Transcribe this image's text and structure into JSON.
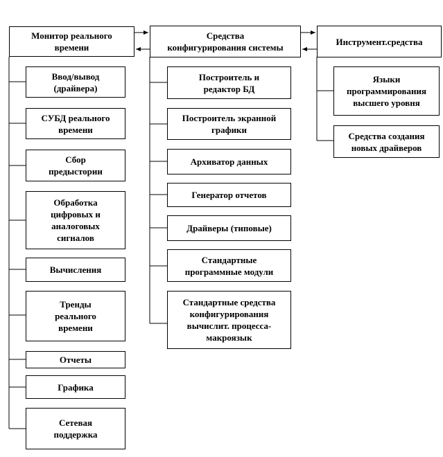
{
  "left": {
    "header": "Монитор реального\nвремени",
    "items": [
      "Ввод/вывод\n(драйвера)",
      "СУБД реального\nвремени",
      "Сбор\nпредыстории",
      "Обработка\nцифровых и\nаналоговых\nсигналов",
      "Вычисления",
      "Тренды\nреального\nвремени",
      "Отчеты",
      "Графика",
      "Сетевая\nподдержка"
    ]
  },
  "middle": {
    "header": "Средства\nконфигурирования системы",
    "items": [
      "Построитель и\nредактор БД",
      "Построитель экранной\nграфики",
      "Архиватор данных",
      "Генератор отчетов",
      "Драйверы (типовые)",
      "Стандартные\nпрограммные модули",
      "Стандартные средства\nконфигурирования\nвычислит. процесса-\nмакроязык"
    ]
  },
  "right": {
    "header": "Инструмент.средства",
    "items": [
      "Языки\nпрограммирования\nвысшего уровня",
      "Средства создания\nновых драйверов"
    ]
  }
}
